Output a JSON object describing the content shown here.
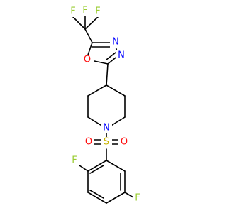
{
  "molecule": {
    "atoms": {
      "f_top_left": "F",
      "f_top_center": "F",
      "f_top_right": "F",
      "o_ring": "O",
      "n_ring_upper": "N",
      "n_ring_lower": "N",
      "n_piperidine": "N",
      "s_sulfonyl": "S",
      "o_sulfonyl_left": "O",
      "o_sulfonyl_right": "O",
      "f_ortho": "F",
      "f_meta": "F"
    },
    "colors": {
      "fluorine": "#9acd32",
      "oxygen": "#ff0d0d",
      "nitrogen": "#0000ff",
      "sulfur": "#c8b400",
      "bond": "#000000",
      "background": "#ffffff"
    }
  }
}
